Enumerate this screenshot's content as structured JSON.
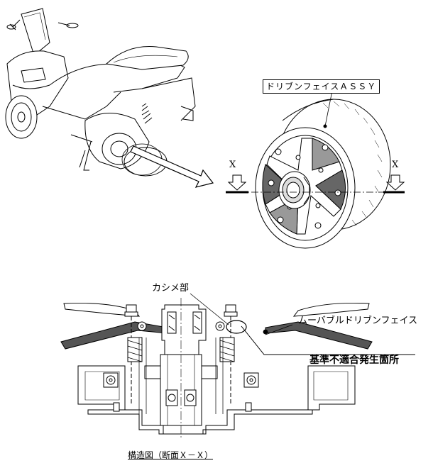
{
  "labels": {
    "assy": "ドリブンフェイスＡＳＳＹ",
    "kashime": "カシメ部",
    "movable": "ムーバブルドリブンフェイス",
    "defect": "基準不適合発生箇所",
    "caption": "構造図（断面Ｘ－Ｘ）",
    "section_left": "X",
    "section_right": "X"
  },
  "colors": {
    "line": "#000000",
    "shade": "#555555",
    "light": "#999999"
  }
}
